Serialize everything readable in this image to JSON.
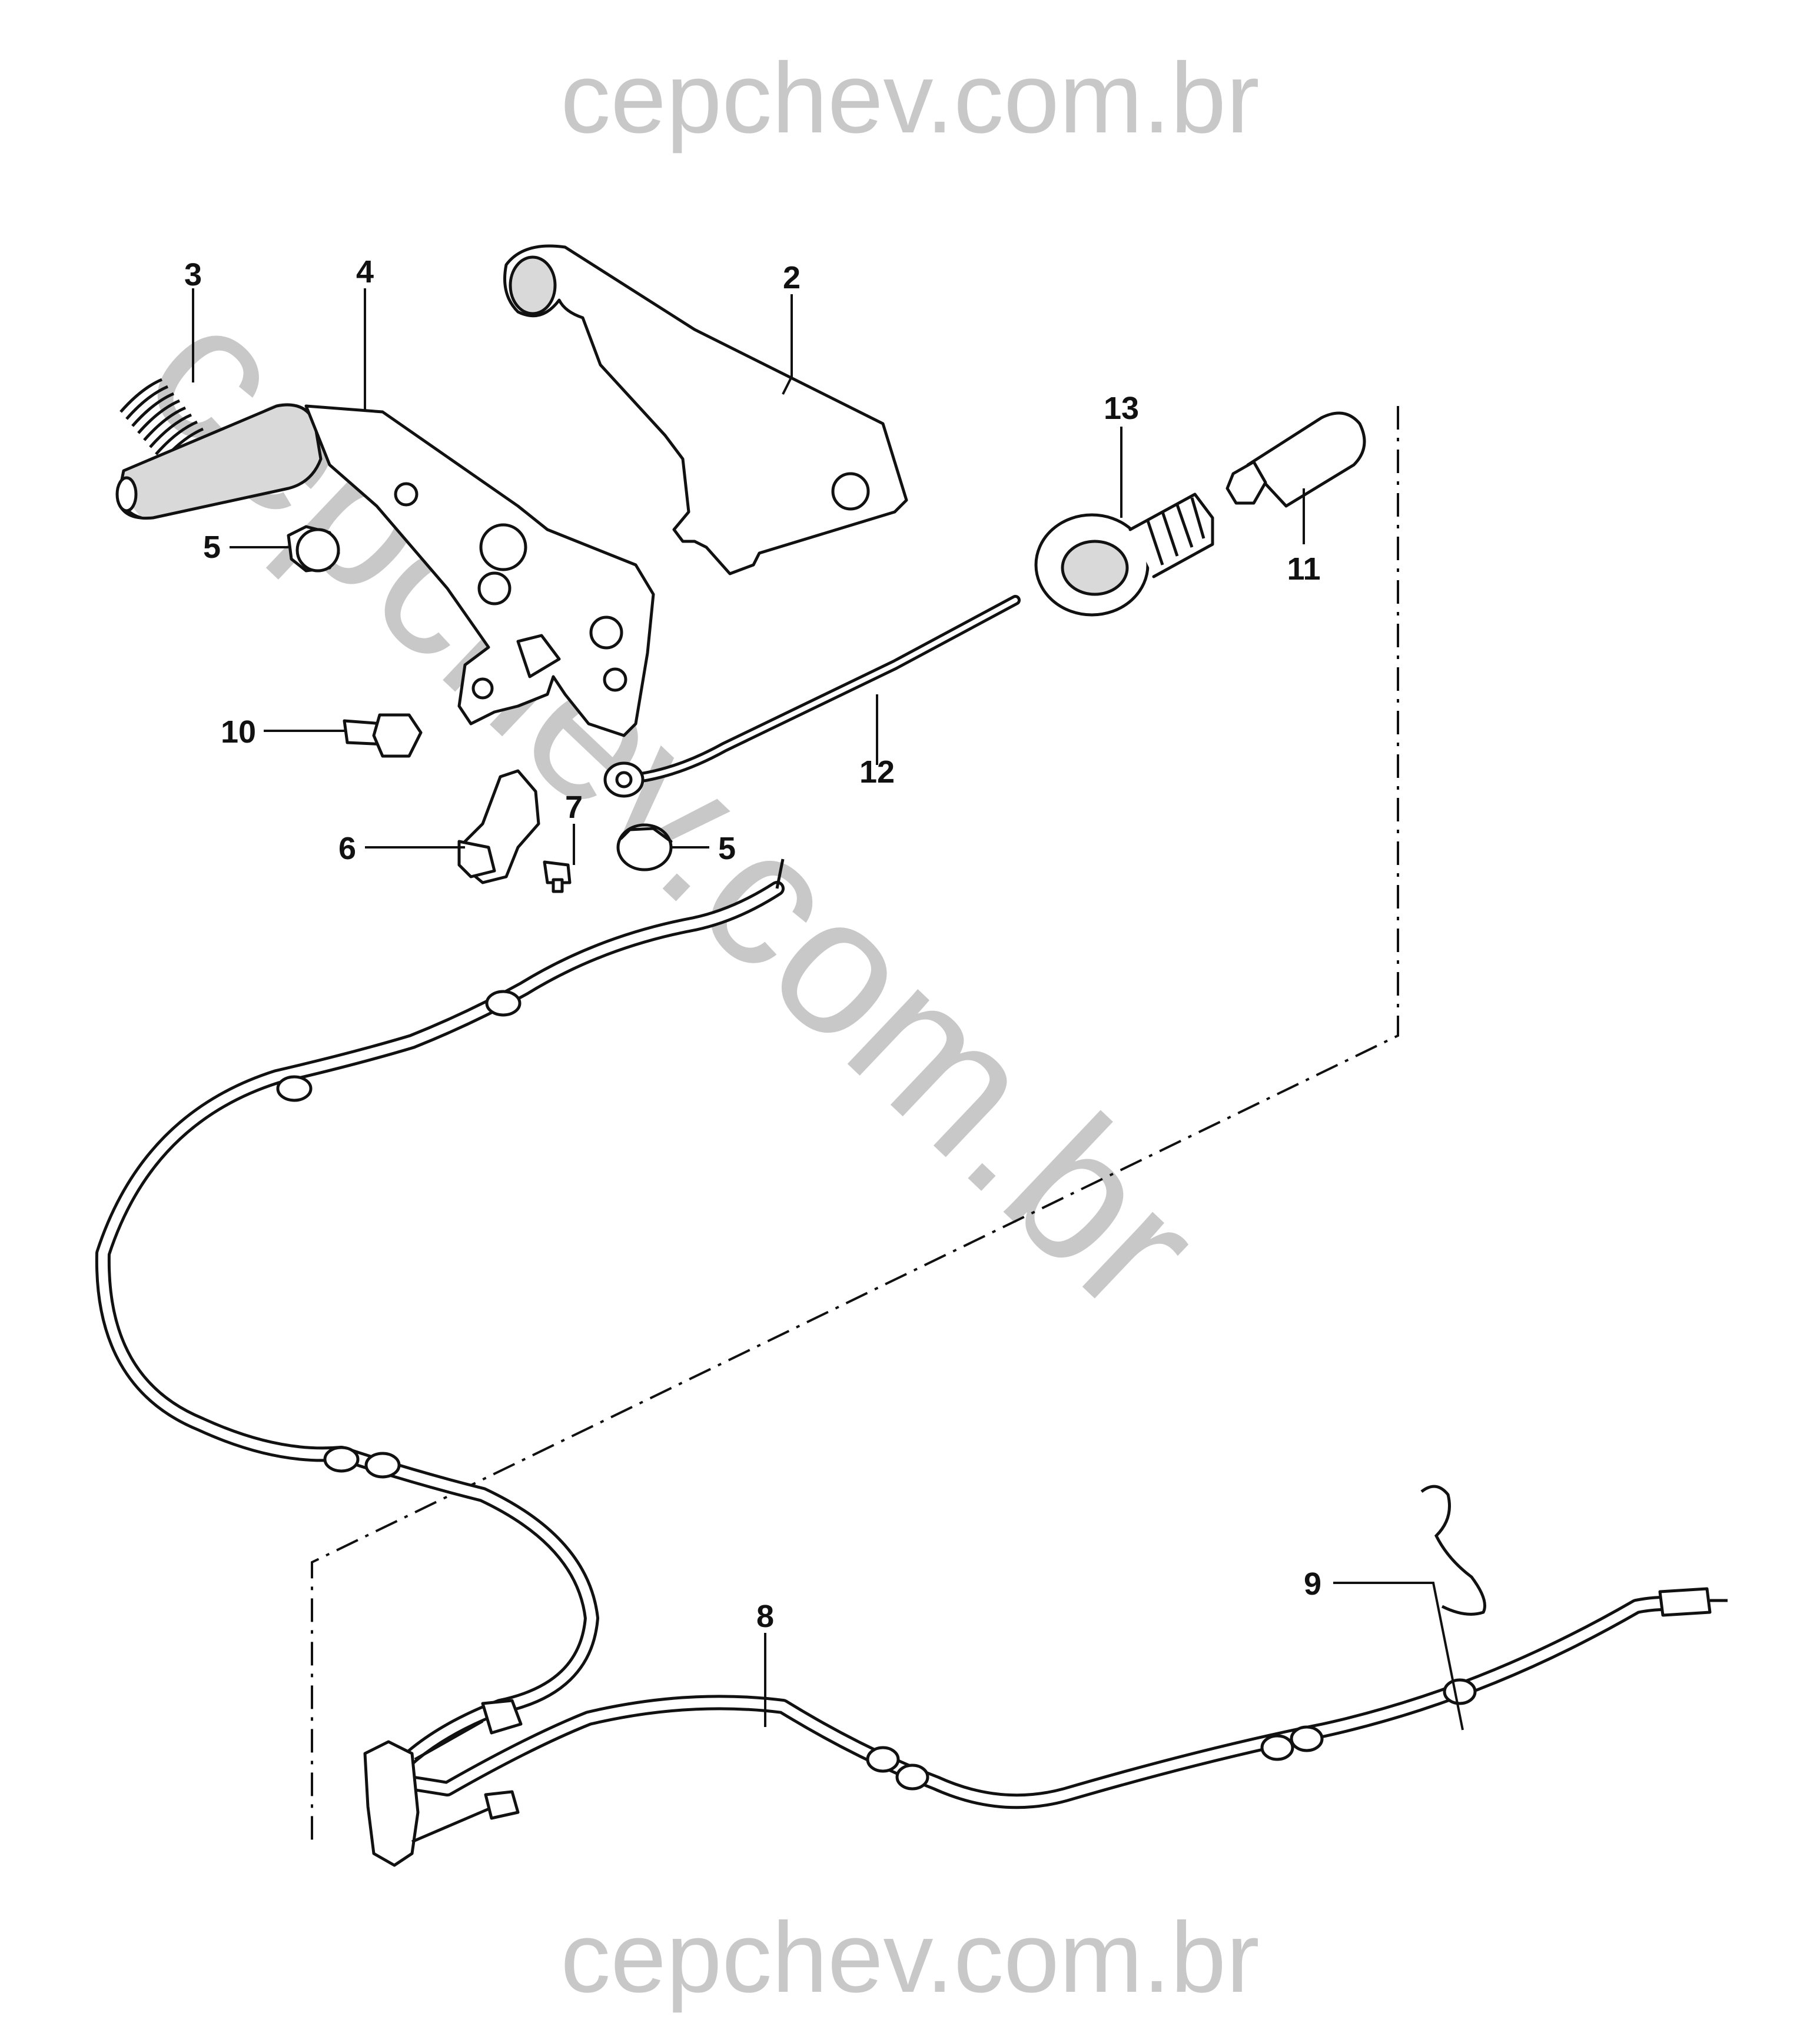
{
  "watermark": {
    "top": "cepchev.com.br",
    "bottom": "cepchev.com.br",
    "diagonal": "cepchev.com.br",
    "color": "#c8c8c8"
  },
  "callouts": {
    "c2": "2",
    "c3": "3",
    "c4": "4",
    "c5a": "5",
    "c5b": "5",
    "c6": "6",
    "c7": "7",
    "c8": "8",
    "c9": "9",
    "c10": "10",
    "c11": "11",
    "c12": "12",
    "c13": "13"
  }
}
